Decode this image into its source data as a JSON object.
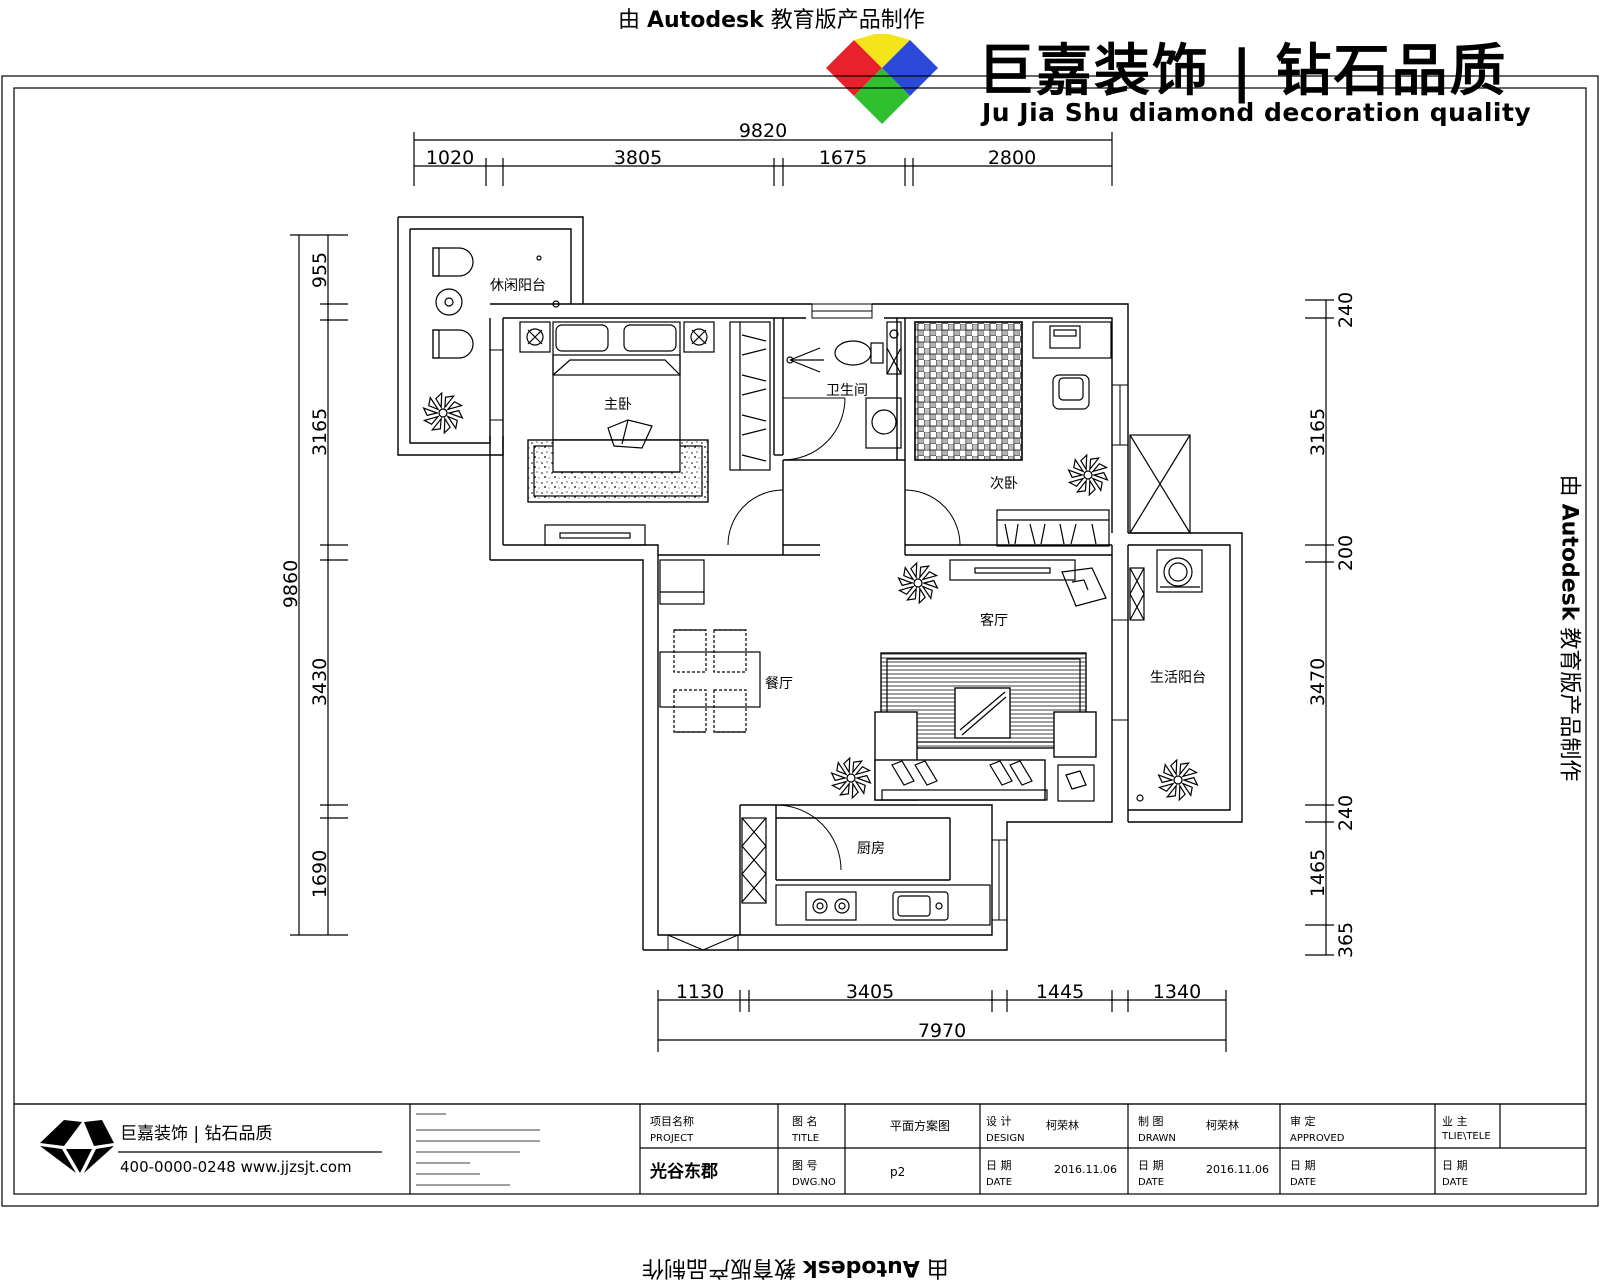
{
  "watermark": {
    "prefix": "由",
    "brand": "Autodesk",
    "suffix": "教育版产品制作"
  },
  "brand": {
    "name_cn": "巨嘉装饰 | 钻石品质",
    "name_en": "Ju Jia Shu diamond decoration quality",
    "logo_colors": [
      "#e8212a",
      "#f4e51b",
      "#2a49d8",
      "#2fbf2f"
    ]
  },
  "dimensions": {
    "top_total": "9820",
    "top_segments": [
      "1020",
      "3805",
      "1675",
      "2800"
    ],
    "bottom_total": "7970",
    "bottom_segments": [
      "1130",
      "3405",
      "1445",
      "1340"
    ],
    "left_total": "9860",
    "left_segments": [
      "955",
      "3165",
      "3430",
      "1690"
    ],
    "right_segments": [
      "240",
      "3165",
      "200",
      "3470",
      "240",
      "1465",
      "365"
    ]
  },
  "rooms": {
    "leisure_balcony": "休闲阳台",
    "master_bedroom": "主卧",
    "bathroom": "卫生间",
    "second_bedroom": "次卧",
    "living_room": "客厅",
    "dining_room": "餐厅",
    "life_balcony": "生活阳台",
    "kitchen": "厨房"
  },
  "title_block": {
    "company": "巨嘉装饰 | 钻石品质",
    "contact": "400-0000-0248 www.jjzsjt.com",
    "project_label_cn": "项目名称",
    "project_label_en": "PROJECT",
    "project_value": "光谷东郡",
    "title_label_cn": "图 名",
    "title_label_en": "TITLE",
    "title_value": "平面方案图",
    "dwg_label_cn": "图 号",
    "dwg_label_en": "DWG.NO",
    "dwg_value": "p2",
    "design_label_cn": "设 计",
    "design_label_en": "DESIGN",
    "design_value": "柯荣林",
    "drawn_label_cn": "制 图",
    "drawn_label_en": "DRAWN",
    "drawn_value": "柯荣林",
    "approved_label_cn": "审 定",
    "approved_label_en": "APPROVED",
    "client_label_cn": "业 主",
    "client_label_en": "TLIE\\TELE",
    "date_label_cn": "日 期",
    "date_label_en": "DATE",
    "date_value": "2016.11.06"
  }
}
